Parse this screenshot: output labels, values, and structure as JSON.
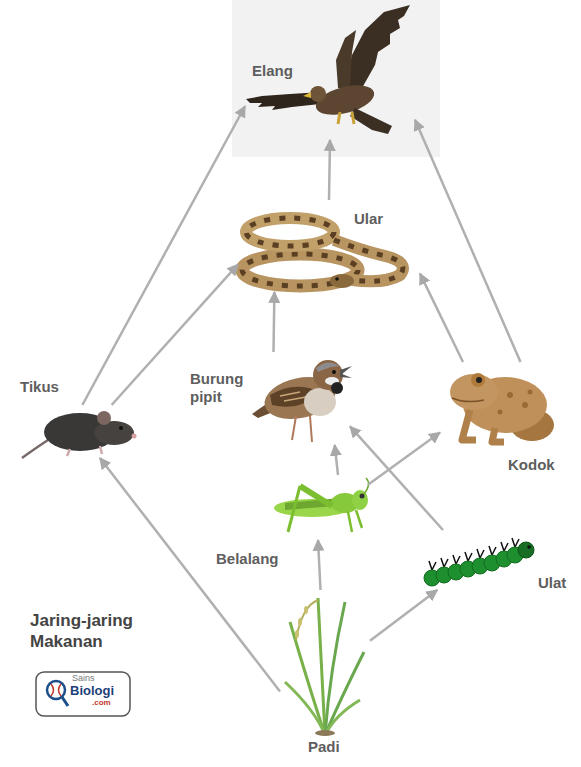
{
  "diagram": {
    "title": "Jaring-jaring Makanan",
    "nodes": [
      {
        "text": [
          "Elang"
        ]
      },
      {
        "text": [
          "Ular"
        ]
      },
      {
        "text": [
          "Tikus"
        ]
      },
      {
        "text": [
          "Burung pipit"
        ]
      },
      {
        "text": [
          "Kodok"
        ]
      },
      {
        "text": [
          "Belalang"
        ]
      },
      {
        "text": [
          "Ulat"
        ]
      },
      {
        "text": [
          "Padi"
        ]
      }
    ],
    "edges": [
      {
        "from": 7,
        "to": 2,
        "arrow": "to"
      },
      {
        "from": 7,
        "to": 5,
        "arrow": "to"
      },
      {
        "from": 7,
        "to": 6,
        "arrow": "to"
      },
      {
        "from": 5,
        "to": 3,
        "arrow": "to"
      },
      {
        "from": 5,
        "to": 4,
        "arrow": "to"
      },
      {
        "from": 6,
        "to": 3,
        "arrow": "to"
      },
      {
        "from": 2,
        "to": 1,
        "arrow": "to"
      },
      {
        "from": 2,
        "to": 0,
        "arrow": "to"
      },
      {
        "from": 3,
        "to": 1,
        "arrow": "to"
      },
      {
        "from": 4,
        "to": 1,
        "arrow": "to"
      },
      {
        "from": 4,
        "to": 0,
        "arrow": "to"
      },
      {
        "from": 1,
        "to": 0,
        "arrow": "to"
      }
    ],
    "labels": [
      "Sains",
      "Biologi",
      ".com"
    ]
  }
}
